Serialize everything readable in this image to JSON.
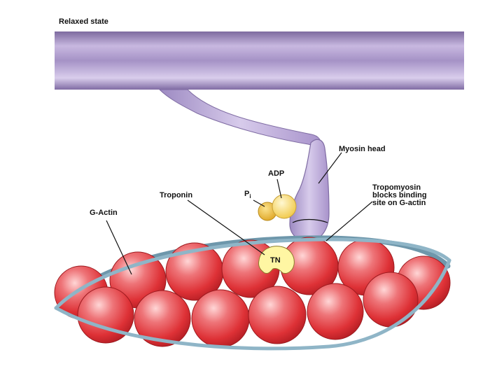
{
  "title": "Relaxed state",
  "labels": {
    "myosin_head": "Myosin head",
    "adp": "ADP",
    "pi_main": "P",
    "pi_sub": "i",
    "troponin": "Troponin",
    "tn": "TN",
    "g_actin": "G-Actin",
    "tropomyosin_line1": "Tropomyosin",
    "tropomyosin_line2": "blocks binding",
    "tropomyosin_line3": "site on G-actin"
  },
  "colors": {
    "myosin": "#b5a3d6",
    "actin": "#e23a3e",
    "tropomyosin": "#8fb5c7",
    "troponin": "#fff6a3",
    "adp": "#f6d35c",
    "pi": "#eab73a"
  }
}
